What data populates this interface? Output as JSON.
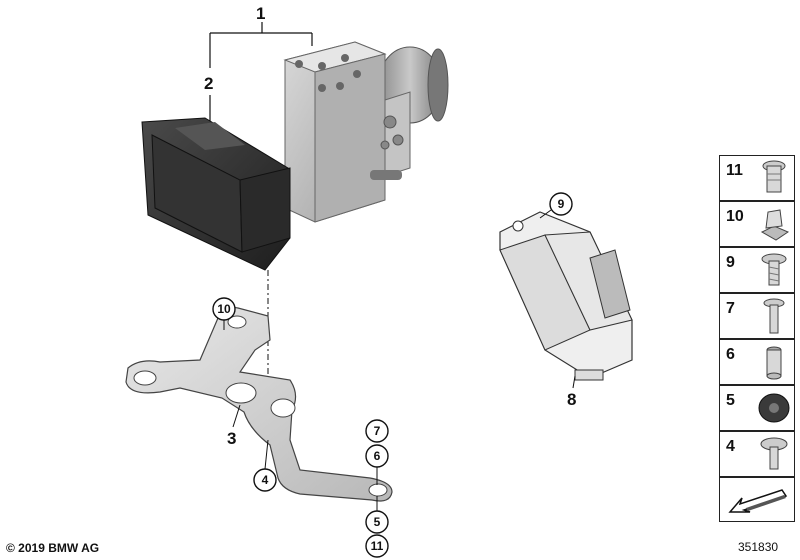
{
  "callouts": {
    "p1": "1",
    "p2": "2",
    "p3": "3",
    "p4": "4",
    "p8": "8"
  },
  "circled": {
    "c9": "9",
    "c10": "10",
    "c7": "7",
    "c6": "6",
    "c5": "5",
    "c11": "11"
  },
  "legend": {
    "items": [
      {
        "label": "11",
        "icon": "bolt-flange-icon"
      },
      {
        "label": "10",
        "icon": "clip-nut-icon"
      },
      {
        "label": "9",
        "icon": "torx-screw-icon"
      },
      {
        "label": "7",
        "icon": "hex-bolt-icon"
      },
      {
        "label": "6",
        "icon": "spacer-sleeve-icon"
      },
      {
        "label": "5",
        "icon": "rubber-mount-icon"
      },
      {
        "label": "4",
        "icon": "pan-screw-icon"
      }
    ]
  },
  "footer": {
    "copyright": "© 2019 BMW AG",
    "diagram_id": "351830"
  }
}
